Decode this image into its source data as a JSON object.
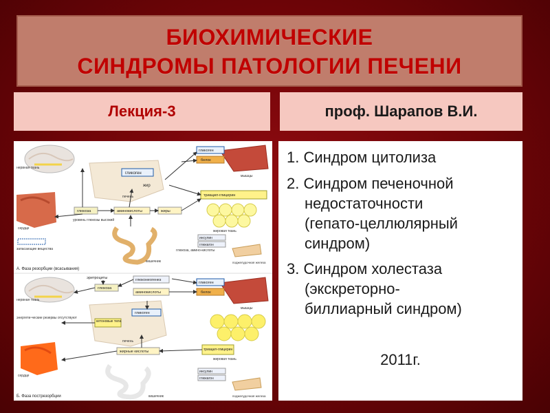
{
  "title": {
    "line1": "БИОХИМИЧЕСКИЕ",
    "line2": "СИНДРОМЫ ПАТОЛОГИИ ПЕЧЕНИ"
  },
  "header": {
    "lecture": "Лекция-3",
    "author": "проф. Шарапов В.И."
  },
  "syndromes": {
    "item1": {
      "num": "1.",
      "text": "Синдром цитолиза"
    },
    "item2": {
      "num": "2.",
      "l1": "Синдром печеночной",
      "l2": "недостаточности",
      "l3": "(гепато-целлюлярный",
      "l4": "синдром)"
    },
    "item3": {
      "num": "3.",
      "l1": "Синдром холестаза",
      "l2": "(экскреторно-",
      "l3": "биллиарный синдром)"
    },
    "year": "2011г."
  },
  "diagram": {
    "top": {
      "nerve_tissue": "нервная ткань",
      "glycogen_muscle": "гликоген",
      "protein": "белок",
      "muscles": "мышцы",
      "glycogen_liver": "гликоген",
      "fat": "жир",
      "liver": "печень",
      "triacylglycerin": "триацил-глицерин",
      "glucose": "глюкоза",
      "amino_acids": "аминокислоты",
      "fats": "жиры",
      "heart": "сердце",
      "glucose_level": "уровень глюкозы высокий",
      "adipose_tissue": "жировая ткань",
      "insulin": "инсулин",
      "glucagon": "глюкагон",
      "glucose_amino_acids": "глюкоза, амино-кислоты",
      "reserve_substances": "запасающие вещества",
      "intestine": "кишечник",
      "pancreas": "поджелудочная железа",
      "caption": "А. Фаза резорбции (всасывания)"
    },
    "bottom": {
      "erythrocytes": "эритроциты",
      "glucose": "глюкоза",
      "gluconeogenesis": "глюконеогенез",
      "glycogen_muscle": "гликоген",
      "amino_acids": "аминокислоты",
      "protein": "белок",
      "muscles": "мышцы",
      "nerve_tissue": "нервная ткань",
      "energy_reserves": "энергети-ческие резервы отсутствуют",
      "ketone_bodies": "кетоновые тела",
      "glycogen_liver": "гликоген",
      "liver": "печень",
      "fatty_acids": "жирные кислоты",
      "triacylglycerin": "триацил-глицерин",
      "adipose_tissue": "жировая ткань",
      "heart": "сердце",
      "insulin": "инсулин",
      "glucagon": "глюкагон",
      "intestine": "кишечник",
      "pancreas": "поджелудочная железа",
      "caption": "Б. Фаза пострезорбции"
    }
  },
  "colors": {
    "background": "#7a0508",
    "title_box": "#c07d6c",
    "label_box": "#f6c8c0",
    "title_text": "#c00000",
    "lecture_text": "#b00000"
  }
}
